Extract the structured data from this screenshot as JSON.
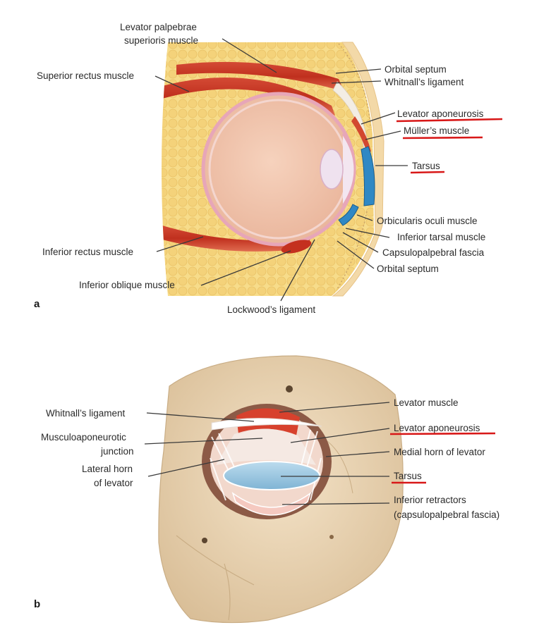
{
  "figure": {
    "panel_a": {
      "panel_label": "a",
      "labels": {
        "levator_palpebrae_line1": "Levator palpebrae",
        "levator_palpebrae_line2": "superioris muscle",
        "superior_rectus": "Superior rectus muscle",
        "orbital_septum_upper": "Orbital septum",
        "whitnalls_ligament": "Whitnall’s ligament",
        "levator_aponeurosis": "Levator aponeurosis",
        "mullers_muscle": "Müller’s muscle",
        "tarsus": "Tarsus",
        "orbicularis_oculi": "Orbicularis oculi muscle",
        "inferior_tarsal": "Inferior tarsal muscle",
        "capsulopalpebral_fascia": "Capsulopalpebral fascia",
        "orbital_septum_lower": "Orbital septum",
        "inferior_rectus": "Inferior rectus muscle",
        "inferior_oblique": "Inferior oblique muscle",
        "lockwoods_ligament": "Lockwood’s ligament"
      }
    },
    "panel_b": {
      "panel_label": "b",
      "labels": {
        "whitnalls_ligament": "Whitnall’s ligament",
        "musculoaponeurotic_line1": "Musculoaponeurotic",
        "musculoaponeurotic_line2": "junction",
        "lateral_horn_line1": "Lateral horn",
        "lateral_horn_line2": "of levator",
        "levator_muscle": "Levator muscle",
        "levator_aponeurosis": "Levator aponeurosis",
        "medial_horn": "Medial horn of levator",
        "tarsus": "Tarsus",
        "inferior_retractors_line1": "Inferior retractors",
        "inferior_retractors_line2": "(capsulopalpebral fascia)"
      }
    },
    "highlight_color": "#d81818"
  }
}
